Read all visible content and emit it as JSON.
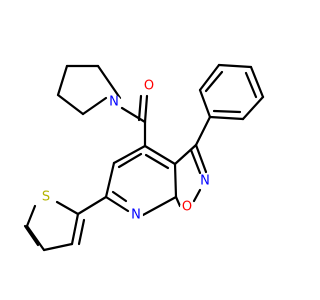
{
  "atoms": {
    "N_pyrrolidine": {
      "symbol": "N",
      "color": "#0000ff"
    },
    "O_carbonyl": {
      "symbol": "O",
      "color": "#ff0000"
    },
    "N_isoxazole": {
      "symbol": "N",
      "color": "#0000ff"
    },
    "O_isoxazole": {
      "symbol": "O",
      "color": "#ff0000"
    },
    "N_pyridine": {
      "symbol": "N",
      "color": "#0000ff"
    },
    "S_thiophene": {
      "symbol": "S",
      "color": "#b3b300"
    }
  },
  "bond_color": "#000000"
}
